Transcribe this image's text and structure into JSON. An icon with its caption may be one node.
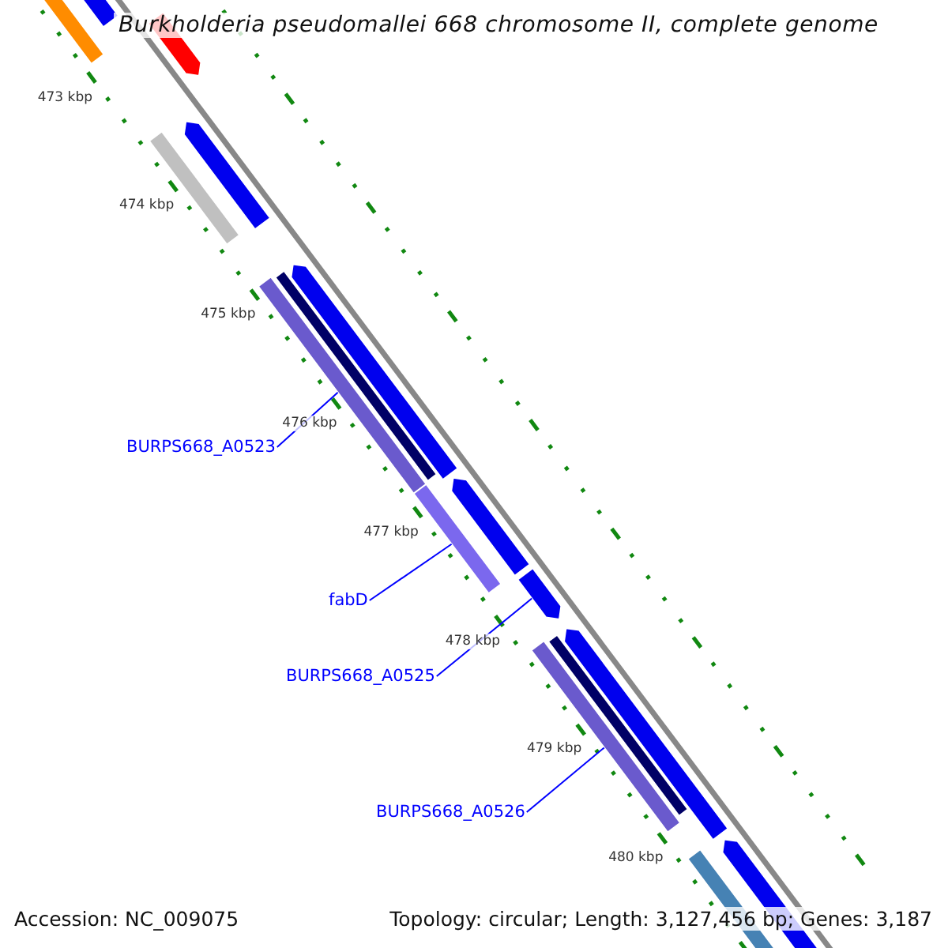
{
  "diagram": {
    "title": "Burkholderia pseudomallei 668 chromosome II, complete genome",
    "nodes": [
      {
        "text": [
          "BURPS668_A0523"
        ]
      },
      {
        "text": [],
        "shape": "bar"
      },
      {
        "text": [
          "fabD"
        ]
      },
      {
        "text": [],
        "shape": "bar"
      },
      {
        "text": [
          "BURPS668_A0525"
        ]
      },
      {
        "text": [],
        "shape": "arrow"
      },
      {
        "text": [
          "BURPS668_A0526"
        ]
      },
      {
        "text": [],
        "shape": "bar"
      }
    ],
    "edges": [
      {
        "from": 0,
        "to": 1,
        "arrow": "none"
      },
      {
        "from": 2,
        "to": 3,
        "arrow": "none"
      },
      {
        "from": 4,
        "to": 5,
        "arrow": "none"
      },
      {
        "from": 6,
        "to": 7,
        "arrow": "none"
      }
    ],
    "labels": [
      "473 kbp",
      "474 kbp",
      "475 kbp",
      "476 kbp",
      "477 kbp",
      "478 kbp",
      "479 kbp",
      "480 kbp",
      "Accession: NC_009075",
      "Topology: circular; Length: 3,127,456 bp; Genes: 3,187"
    ]
  }
}
